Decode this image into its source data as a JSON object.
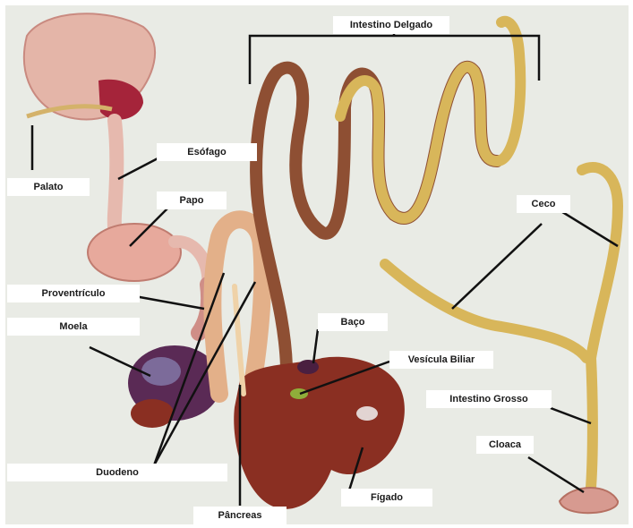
{
  "diagram": {
    "labels": {
      "intestino_delgado": "Intestino Delgado",
      "palato": "Palato",
      "esofago": "Esófago",
      "papo": "Papo",
      "ceco": "Ceco",
      "proventriculo": "Proventrículo",
      "moela": "Moela",
      "baco": "Baço",
      "vesicula_biliar": "Vesícula Biliar",
      "intestino_grosso": "Intestino Grosso",
      "cloaca": "Cloaca",
      "duodeno": "Duodeno",
      "figado": "Fígado",
      "pancreas": "Pâncreas"
    },
    "colors": {
      "background": "#e9ebe5",
      "intestine_yellow": "#d8b65a",
      "intestine_dark": "#8e4f33",
      "liver": "#8a2f22",
      "gizzard": "#5a2a55",
      "crop_pink": "#e4b5a8",
      "leader_line": "#111111"
    }
  }
}
